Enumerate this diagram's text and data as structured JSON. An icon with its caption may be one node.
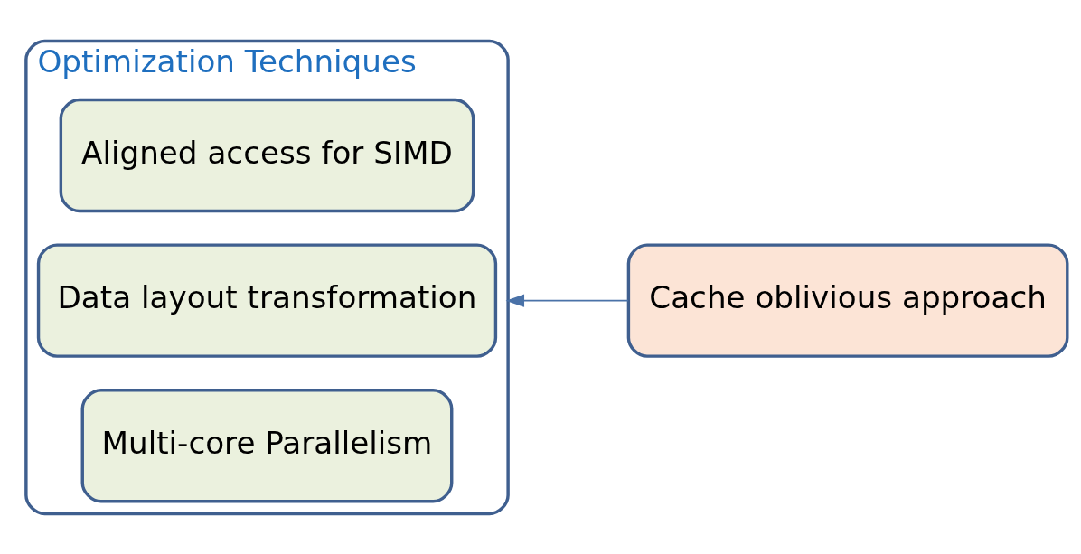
{
  "diagram": {
    "nodes": [
      {
        "text": [
          "Optimization Techniques"
        ]
      },
      {
        "text": [
          "Aligned access for SIMD"
        ],
        "in": 0
      },
      {
        "text": [
          "Data layout transformation"
        ],
        "in": 0
      },
      {
        "text": [
          "Multi-core Parallelism"
        ],
        "in": 0
      },
      {
        "text": [
          "Cache oblivious approach"
        ]
      }
    ],
    "edges": [
      {
        "from": 4,
        "to": 0,
        "arrow": "to",
        "color": "#4a72a8"
      }
    ]
  }
}
